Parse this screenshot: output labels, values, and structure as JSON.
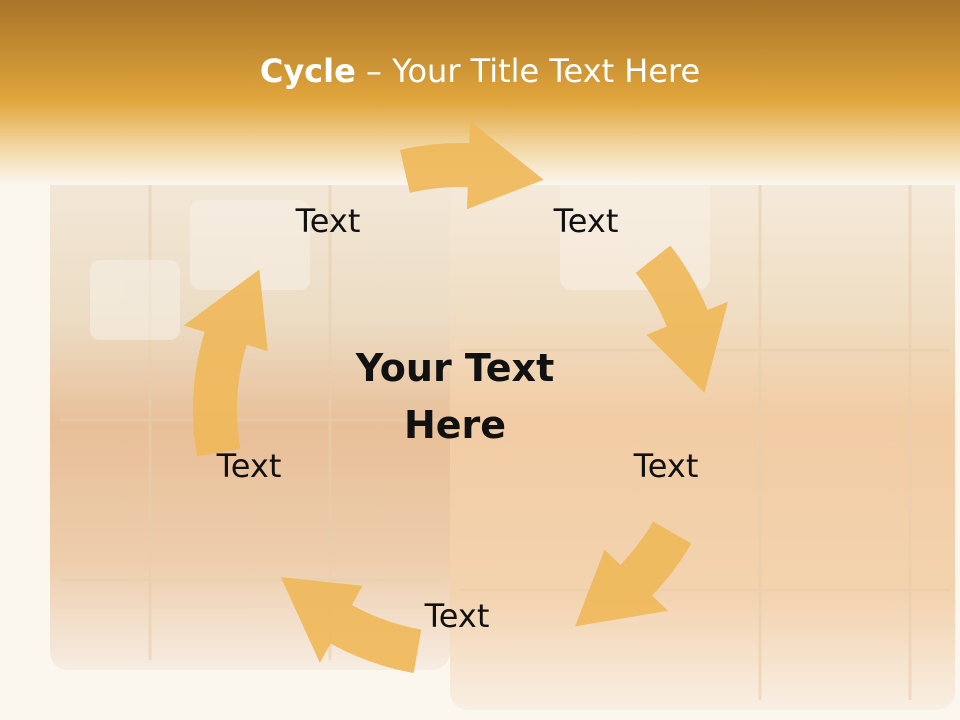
{
  "title": {
    "bold": "Cycle",
    "separator": " – ",
    "rest": "Your Title Text Here"
  },
  "center_text": "Your Text Here",
  "nodes": [
    "Text",
    "Text",
    "Text",
    "Text",
    "Text"
  ],
  "colors": {
    "header": "#e2a63c",
    "arrow": "#efb85a",
    "text": "#111111",
    "title": "#ffffff"
  }
}
